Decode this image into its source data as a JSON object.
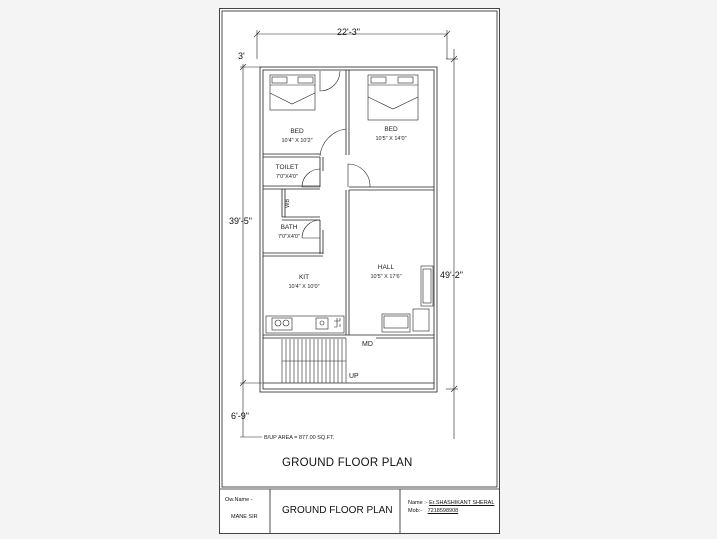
{
  "dimensions": {
    "overall_width": "22'-3\"",
    "front_offset": "3'",
    "left_depth": "39'-5\"",
    "right_depth": "49'-2\"",
    "rear_offset": "6'-9\""
  },
  "rooms": {
    "bed1": {
      "name": "BED",
      "size": "10'4\" X 10'2\""
    },
    "bed2": {
      "name": "BED",
      "size": "10'5\" X 14'0\""
    },
    "toilet": {
      "name": "TOILET",
      "size": "7'0\"X4'0\""
    },
    "wb": {
      "name": "WB"
    },
    "bath": {
      "name": "BATH",
      "size": "7'0\"X4'0\""
    },
    "kit": {
      "name": "KIT",
      "size": "10'4\" X 10'0\""
    },
    "hall": {
      "name": "HALL",
      "size": "10'5\" X 17'6\""
    }
  },
  "labels": {
    "md": "MD",
    "up": "UP",
    "area": "B/UP AREA = 877.00 SQ.FT.",
    "plan_title": "GROUND FLOOR PLAN"
  },
  "title_block": {
    "owner_label": "Ow.Name -",
    "owner_name": "MANE SIR",
    "title": "GROUND FLOOR PLAN",
    "designer_prefix": "Name :-",
    "designer_name": "Er.SHASHIKANT SHERAL",
    "mobile_label": "Mob:-",
    "mobile": "7218598908"
  }
}
